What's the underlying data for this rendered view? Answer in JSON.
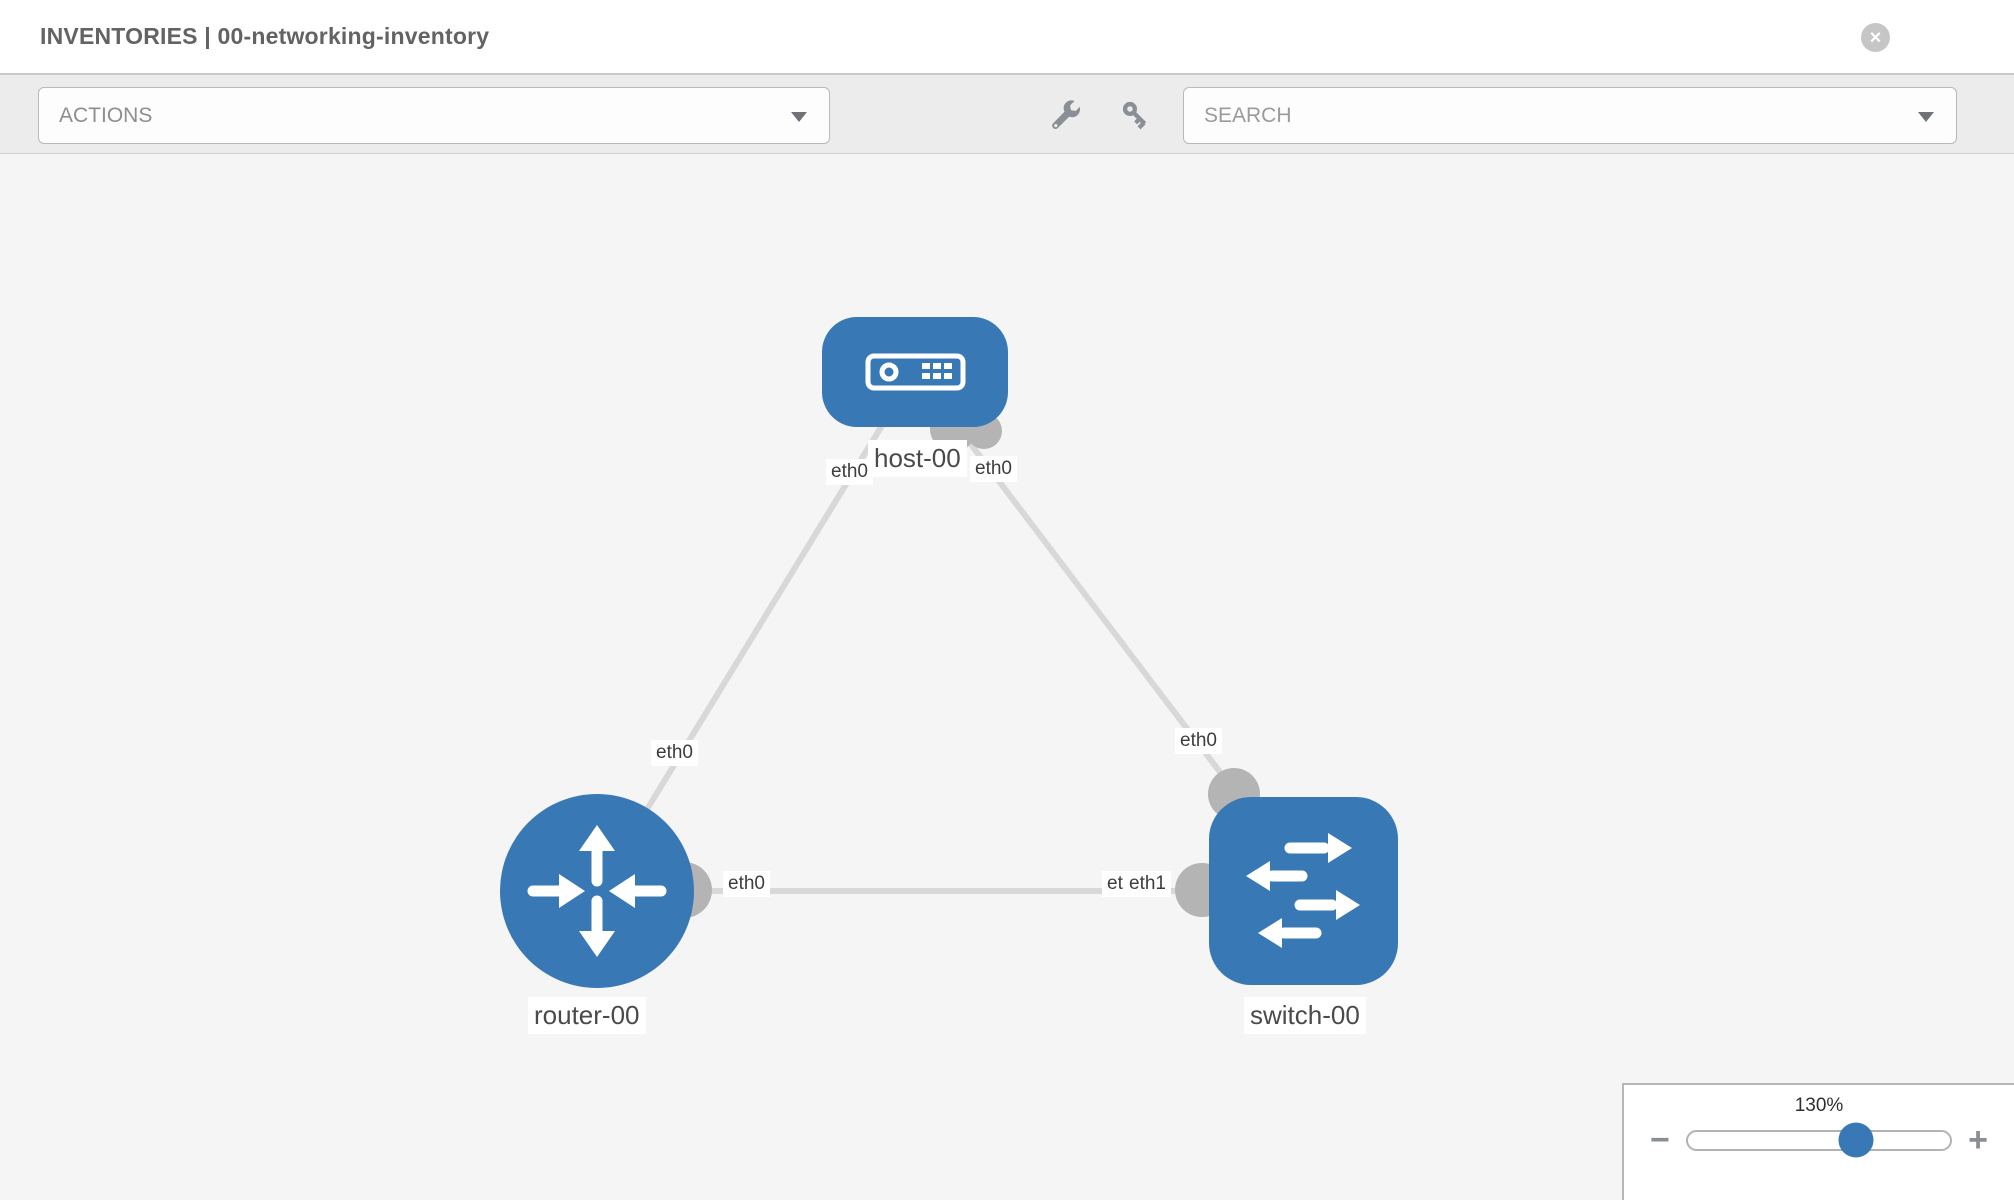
{
  "header": {
    "title": "INVENTORIES | 00-networking-inventory",
    "close_glyph": "×"
  },
  "toolbar": {
    "actions_label": "ACTIONS",
    "search_label": "SEARCH"
  },
  "diagram": {
    "nodes": [
      {
        "id": "host-00",
        "type": "host",
        "label": "host-00"
      },
      {
        "id": "router-00",
        "type": "router",
        "label": "router-00"
      },
      {
        "id": "switch-00",
        "type": "switch",
        "label": "switch-00"
      }
    ],
    "links": [
      {
        "from": "router-00",
        "to": "host-00",
        "from_if": "eth0",
        "to_if": "eth0"
      },
      {
        "from": "host-00",
        "to": "switch-00",
        "from_if": "eth0",
        "to_if": "eth0"
      },
      {
        "from": "router-00",
        "to": "switch-00",
        "from_if": "eth0",
        "to_if": "eth1",
        "to_if_under": "eth0"
      }
    ]
  },
  "zoom": {
    "value": "130%",
    "minus_label": "−",
    "plus_label": "+"
  },
  "colors": {
    "node_blue": "#3879b5",
    "link_gray": "#d8d8d8",
    "port_gray": "#b4b4b4"
  }
}
